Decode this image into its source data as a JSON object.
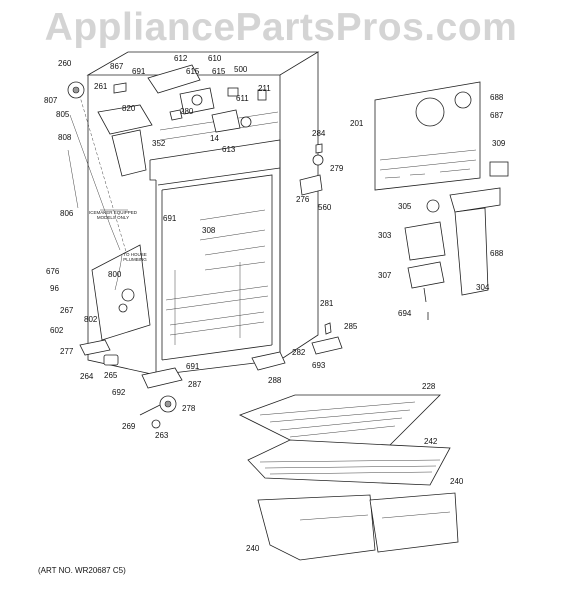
{
  "watermark": "AppliancePartsPros.com",
  "art_number": "(ART NO. WR20687 C5)",
  "notes": {
    "icemaker": "ICEMAKER EQUIPPED\nMODELS ONLY",
    "plumbing": "TO HOUSE\nPLUMBING"
  },
  "labels": [
    {
      "id": "260",
      "text": "260"
    },
    {
      "id": "867",
      "text": "867"
    },
    {
      "id": "691a",
      "text": "691"
    },
    {
      "id": "612",
      "text": "612"
    },
    {
      "id": "615a",
      "text": "615"
    },
    {
      "id": "610",
      "text": "610"
    },
    {
      "id": "615b",
      "text": "615"
    },
    {
      "id": "500",
      "text": "500"
    },
    {
      "id": "807",
      "text": "807"
    },
    {
      "id": "261",
      "text": "261"
    },
    {
      "id": "805",
      "text": "805"
    },
    {
      "id": "820",
      "text": "820"
    },
    {
      "id": "280",
      "text": "280"
    },
    {
      "id": "611",
      "text": "611"
    },
    {
      "id": "211",
      "text": "211"
    },
    {
      "id": "14",
      "text": "14"
    },
    {
      "id": "613",
      "text": "613"
    },
    {
      "id": "352",
      "text": "352"
    },
    {
      "id": "808",
      "text": "808"
    },
    {
      "id": "284",
      "text": "284"
    },
    {
      "id": "279",
      "text": "279"
    },
    {
      "id": "276",
      "text": "276"
    },
    {
      "id": "560",
      "text": "560"
    },
    {
      "id": "806",
      "text": "806"
    },
    {
      "id": "691b",
      "text": "691"
    },
    {
      "id": "308",
      "text": "308"
    },
    {
      "id": "688a",
      "text": "688"
    },
    {
      "id": "201",
      "text": "201"
    },
    {
      "id": "687",
      "text": "687"
    },
    {
      "id": "309",
      "text": "309"
    },
    {
      "id": "305",
      "text": "305"
    },
    {
      "id": "303",
      "text": "303"
    },
    {
      "id": "688b",
      "text": "688"
    },
    {
      "id": "307",
      "text": "307"
    },
    {
      "id": "304",
      "text": "304"
    },
    {
      "id": "676",
      "text": "676"
    },
    {
      "id": "96",
      "text": "96"
    },
    {
      "id": "800",
      "text": "800"
    },
    {
      "id": "267",
      "text": "267"
    },
    {
      "id": "802",
      "text": "802"
    },
    {
      "id": "602",
      "text": "602"
    },
    {
      "id": "277",
      "text": "277"
    },
    {
      "id": "264",
      "text": "264"
    },
    {
      "id": "265",
      "text": "265"
    },
    {
      "id": "691c",
      "text": "691"
    },
    {
      "id": "287",
      "text": "287"
    },
    {
      "id": "692",
      "text": "692"
    },
    {
      "id": "278",
      "text": "278"
    },
    {
      "id": "269",
      "text": "269"
    },
    {
      "id": "263",
      "text": "263"
    },
    {
      "id": "281",
      "text": "281"
    },
    {
      "id": "285",
      "text": "285"
    },
    {
      "id": "282",
      "text": "282"
    },
    {
      "id": "693",
      "text": "693"
    },
    {
      "id": "694",
      "text": "694"
    },
    {
      "id": "288",
      "text": "288"
    },
    {
      "id": "228",
      "text": "228"
    },
    {
      "id": "242",
      "text": "242"
    },
    {
      "id": "240a",
      "text": "240"
    },
    {
      "id": "240b",
      "text": "240"
    }
  ]
}
